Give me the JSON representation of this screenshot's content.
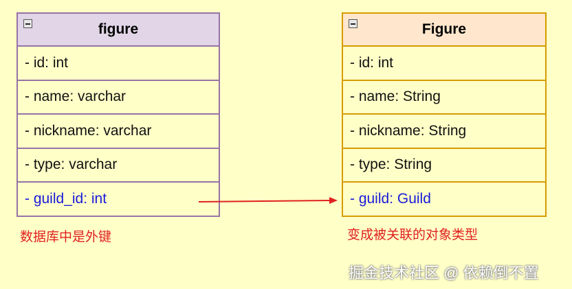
{
  "left_entity": {
    "title": "figure",
    "fields": [
      "- id: int",
      "- name: varchar",
      "- nickname: varchar",
      "- type: varchar",
      "- guild_id: int"
    ]
  },
  "right_entity": {
    "title": "Figure",
    "fields": [
      "- id: int",
      "- name: String",
      "- nickname: String",
      "- type: String",
      "- guild: Guild"
    ]
  },
  "left_note": "数据库中是外键",
  "right_note": "变成被关联的对象类型",
  "watermark": "掘金技术社区 @ 依赖倒不置",
  "colors": {
    "background": "#ffffc8",
    "left_border": "#9673a6",
    "left_header": "#e1d5e7",
    "right_border": "#d79b00",
    "right_header": "#ffe6cc",
    "foreign_key_text": "#1a1adc",
    "arrow": "#e02020",
    "note_text": "#e02020"
  },
  "icons": [
    "collapse-icon"
  ]
}
